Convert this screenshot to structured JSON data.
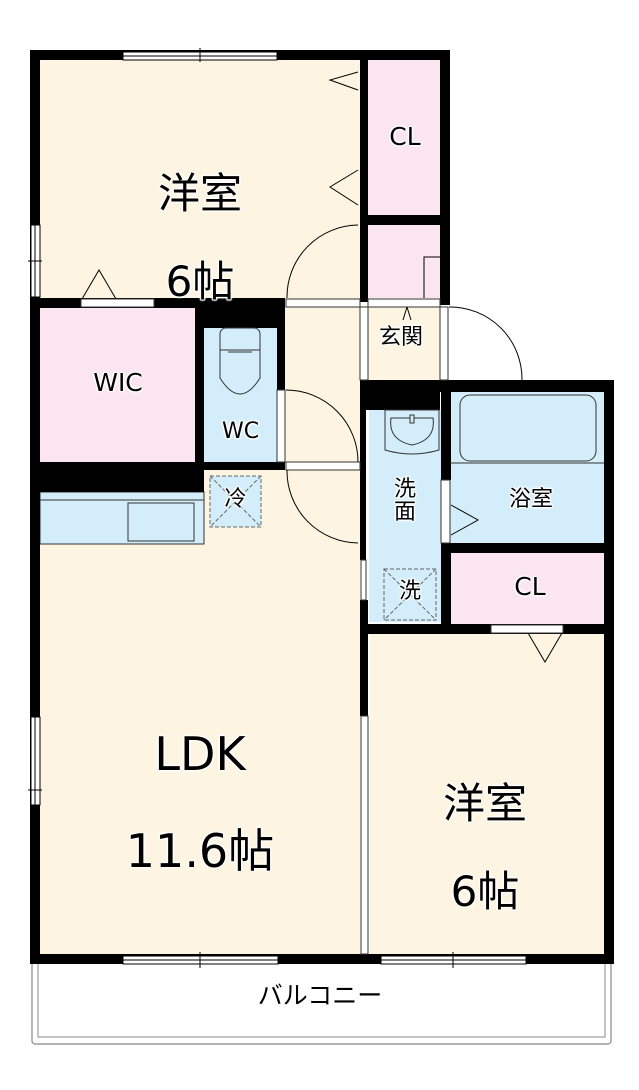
{
  "floorplan": {
    "colors": {
      "room_beige": "#fdf5e2",
      "closet_pink": "#fbe6ef",
      "wet_blue": "#d3eefa",
      "wall": "#000000",
      "balcony": "#ffffff"
    },
    "rooms": [
      {
        "id": "western-room-north",
        "name": "洋室",
        "size": "6帖"
      },
      {
        "id": "closet-north",
        "name": "CL"
      },
      {
        "id": "entrance",
        "name": "玄関"
      },
      {
        "id": "walk-in-closet",
        "name": "WIC"
      },
      {
        "id": "toilet",
        "name": "WC"
      },
      {
        "id": "fridge-space",
        "name": "冷"
      },
      {
        "id": "washroom",
        "name": "洗\n面"
      },
      {
        "id": "bathroom",
        "name": "浴室"
      },
      {
        "id": "washer-space",
        "name": "洗"
      },
      {
        "id": "closet-south",
        "name": "CL"
      },
      {
        "id": "ldk",
        "name": "LDK",
        "size": "11.6帖"
      },
      {
        "id": "western-room-south",
        "name": "洋室",
        "size": "6帖"
      },
      {
        "id": "balcony",
        "name": "バルコニー"
      }
    ]
  }
}
